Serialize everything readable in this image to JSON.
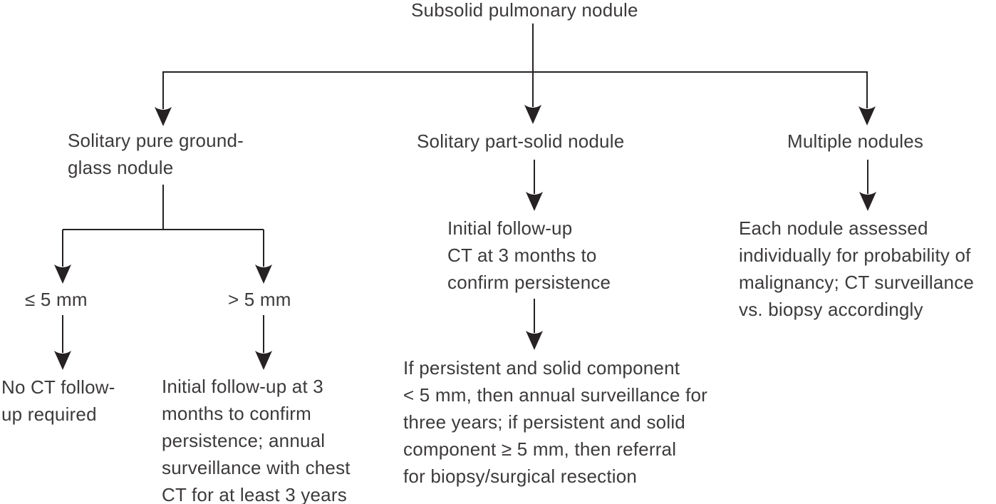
{
  "colors": {
    "background": "#ffffff",
    "text": "#3d3a3b",
    "line": "#262223"
  },
  "flowchart": {
    "root": {
      "label": "Subsolid pulmonary nodule"
    },
    "left_branch": {
      "label": "Solitary pure ground-\nglass nodule",
      "le5": {
        "label": "≤ 5 mm",
        "outcome": "No CT follow-\nup required"
      },
      "gt5": {
        "label": "> 5 mm",
        "outcome": "Initial follow-up at 3\nmonths to confirm\npersistence; annual\nsurveillance with chest\nCT for at least 3 years"
      }
    },
    "middle_branch": {
      "label": "Solitary part-solid nodule",
      "step": "Initial follow-up\nCT at 3 months to\nconfirm persistence",
      "outcome": "If persistent and solid component\n< 5 mm, then annual surveillance for\nthree years; if persistent and solid\ncomponent ≥ 5 mm, then referral\nfor biopsy/surgical resection"
    },
    "right_branch": {
      "label": "Multiple nodules",
      "outcome": "Each nodule assessed\nindividually for probability of\nmalignancy; CT surveillance\nvs. biopsy accordingly"
    }
  }
}
